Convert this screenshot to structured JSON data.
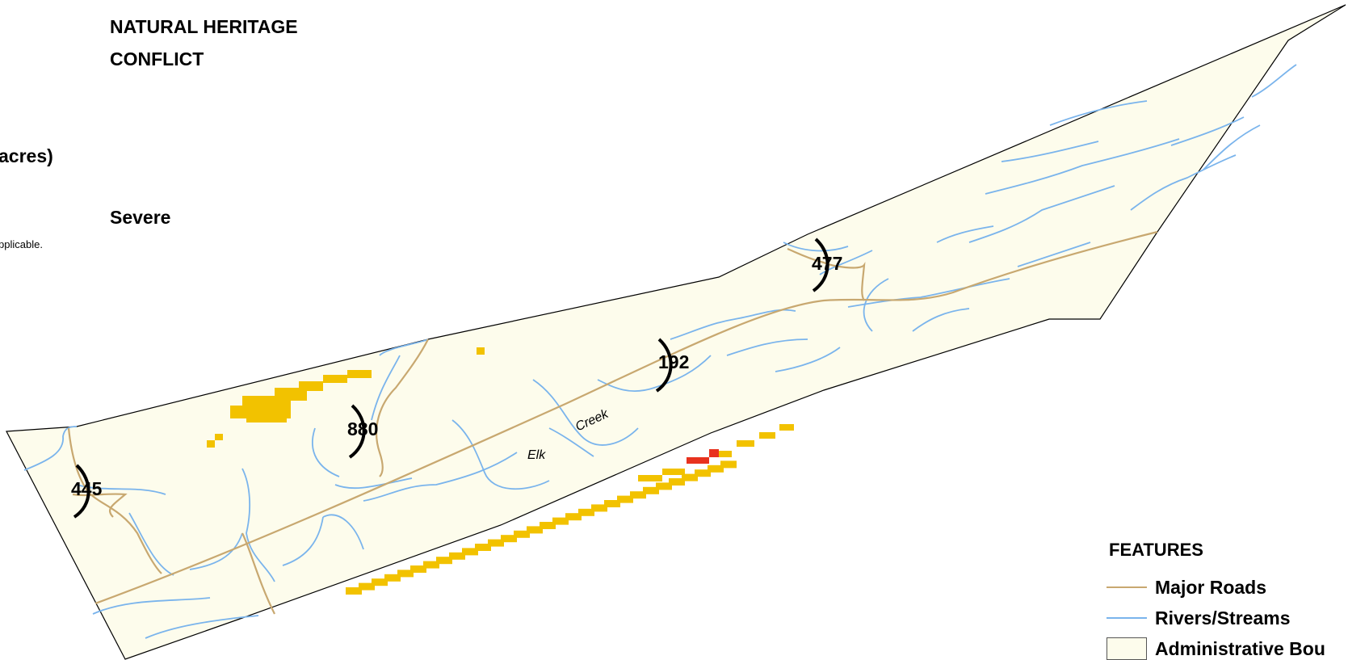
{
  "header": {
    "title_line1": "NATURAL HERITAGE",
    "title_line2": "CONFLICT",
    "acres_label": "acres)",
    "severity_label": "Severe",
    "note": "pplicable."
  },
  "map": {
    "boundary_fill": "#fdfcec",
    "road_color": "#c8a870",
    "stream_color": "#7ab4ec",
    "conflict_moderate_color": "#f2c200",
    "conflict_severe_color": "#e8321e",
    "route_markers": [
      {
        "label": "445"
      },
      {
        "label": "880"
      },
      {
        "label": "192"
      },
      {
        "label": "477"
      }
    ],
    "creek_words": [
      "Elk",
      "Creek"
    ]
  },
  "legend": {
    "title": "FEATURES",
    "items": [
      {
        "label": "Major Roads",
        "icon": "road-line",
        "color": "#c8a870"
      },
      {
        "label": "Rivers/Streams",
        "icon": "stream-line",
        "color": "#7ab4ec"
      },
      {
        "label": "Administrative Bou",
        "icon": "boundary-box",
        "color": "#fdfcec"
      }
    ]
  }
}
